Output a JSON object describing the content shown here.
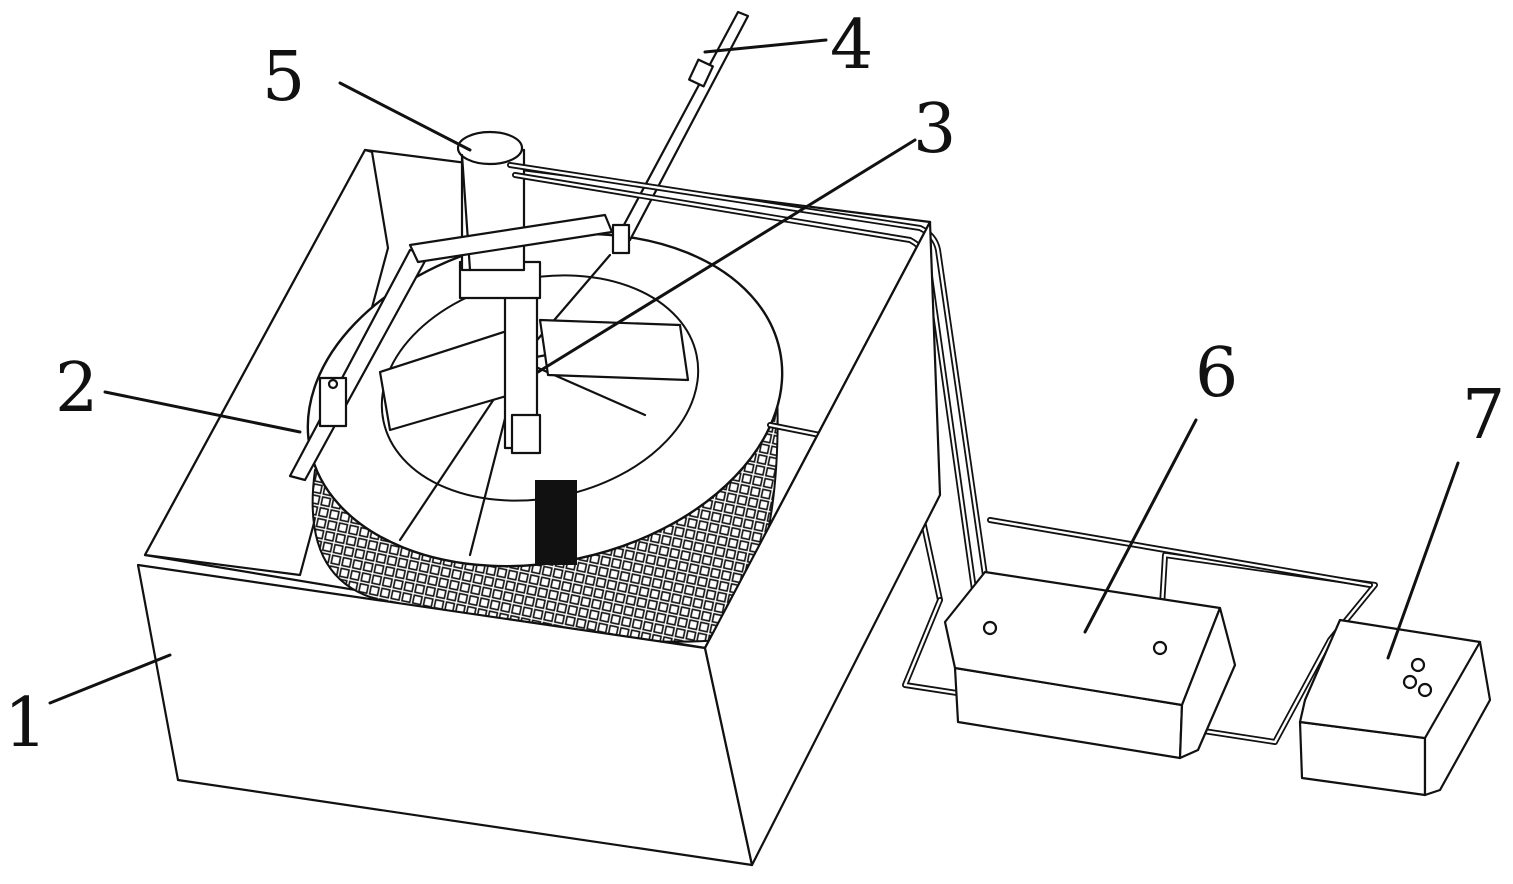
{
  "figure": {
    "callouts": [
      {
        "id": "1",
        "text": "1"
      },
      {
        "id": "2",
        "text": "2"
      },
      {
        "id": "3",
        "text": "3"
      },
      {
        "id": "4",
        "text": "4"
      },
      {
        "id": "5",
        "text": "5"
      },
      {
        "id": "6",
        "text": "6"
      },
      {
        "id": "7",
        "text": "7"
      }
    ]
  }
}
